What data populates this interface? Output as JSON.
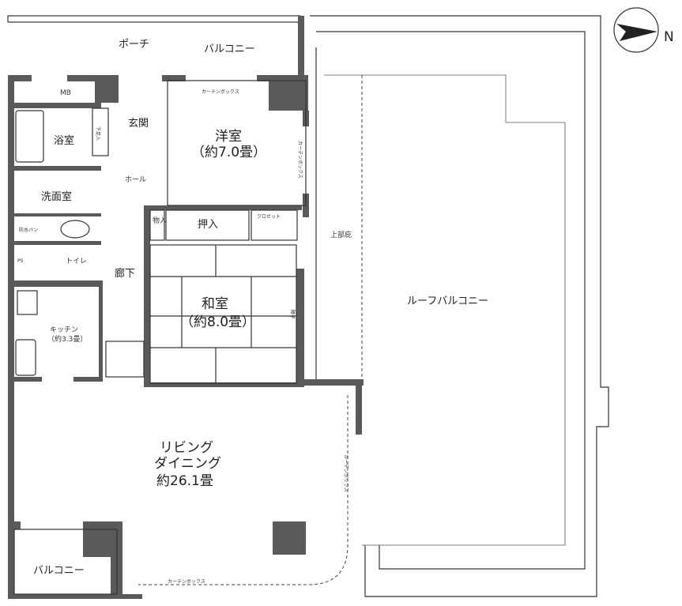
{
  "rooms": {
    "porch": "ポーチ",
    "balcony_top": "バルコニー",
    "mb": "MB",
    "bath": "浴室",
    "entrance": "玄関",
    "shoe_storage": "下足入",
    "western_room": "洋室",
    "western_room_size": "（約7.0畳）",
    "hall": "ホール",
    "washroom": "洗面室",
    "waterproof_pan": "防水パン",
    "storage": "物入",
    "oshiire": "押入",
    "closet": "クロゼット",
    "ps": "PS",
    "toilet": "トイレ",
    "corridor": "廊下",
    "japanese_room": "和室",
    "japanese_room_size": "（約8.0畳）",
    "shoji": "障子",
    "kitchen": "キッチン",
    "kitchen_size": "（約3.3畳）",
    "living_line1": "リビング",
    "living_line2": "ダイニング",
    "living_size": "約26.1畳",
    "balcony_bottom": "バルコニー",
    "eaves": "上部庇",
    "roof_balcony": "ルーフバルコニー",
    "curtain_box": "カーテンボックス"
  },
  "compass": {
    "label": "N",
    "icon": "north-arrow-icon"
  },
  "colors": {
    "wall": "#5a5a5a",
    "line": "#333333"
  }
}
